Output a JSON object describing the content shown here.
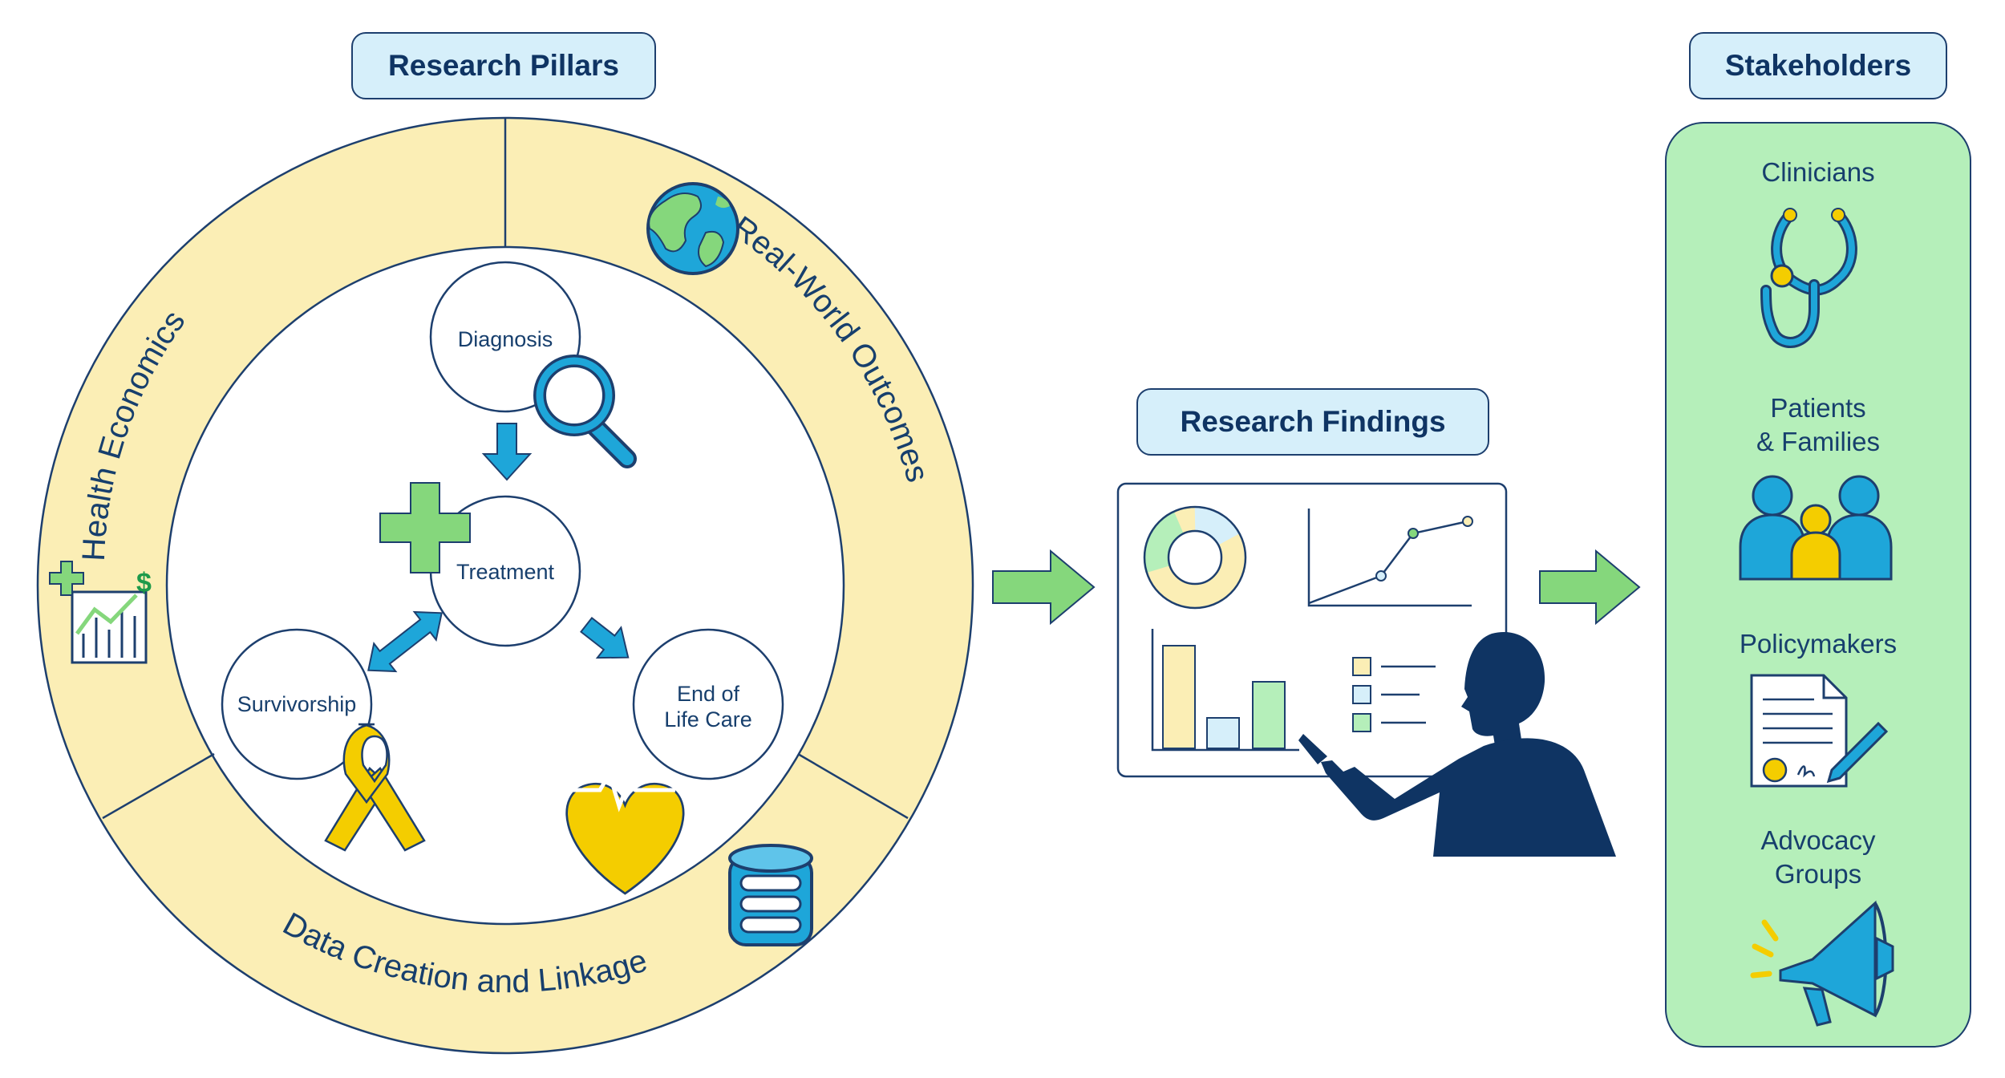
{
  "headers": {
    "research_pillars": "Research Pillars",
    "research_findings": "Research Findings",
    "stakeholders": "Stakeholders"
  },
  "pillars": {
    "health_economics": "Health Economics",
    "real_world_outcomes": "Real-World Outcomes",
    "data_creation": "Data Creation and Linkage"
  },
  "care_stages": {
    "diagnosis": "Diagnosis",
    "treatment": "Treatment",
    "survivorship": "Survivorship",
    "end_of_life_line1": "End of",
    "end_of_life_line2": "Life Care"
  },
  "stakeholders": {
    "clinicians": "Clinicians",
    "patients_line1": "Patients",
    "patients_line2": "& Families",
    "policymakers": "Policymakers",
    "advocacy_line1": "Advocacy",
    "advocacy_line2": "Groups"
  },
  "colors": {
    "ring": "#fbeeb5",
    "navy": "#0f3463",
    "blue": "#1ea6d9",
    "green": "#85d77c",
    "yellow": "#f4cd00",
    "light_blue": "#d6effa",
    "stake_green": "#b5efba"
  }
}
